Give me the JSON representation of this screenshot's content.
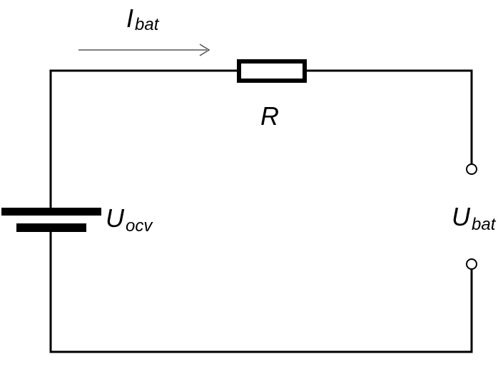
{
  "diagram": {
    "labels": {
      "current": {
        "main": "I",
        "sub": "bat"
      },
      "resistor": {
        "main": "R"
      },
      "source_voltage": {
        "main": "U",
        "sub": "ocv"
      },
      "terminal_voltage": {
        "main": "U",
        "sub": "bat"
      }
    }
  }
}
